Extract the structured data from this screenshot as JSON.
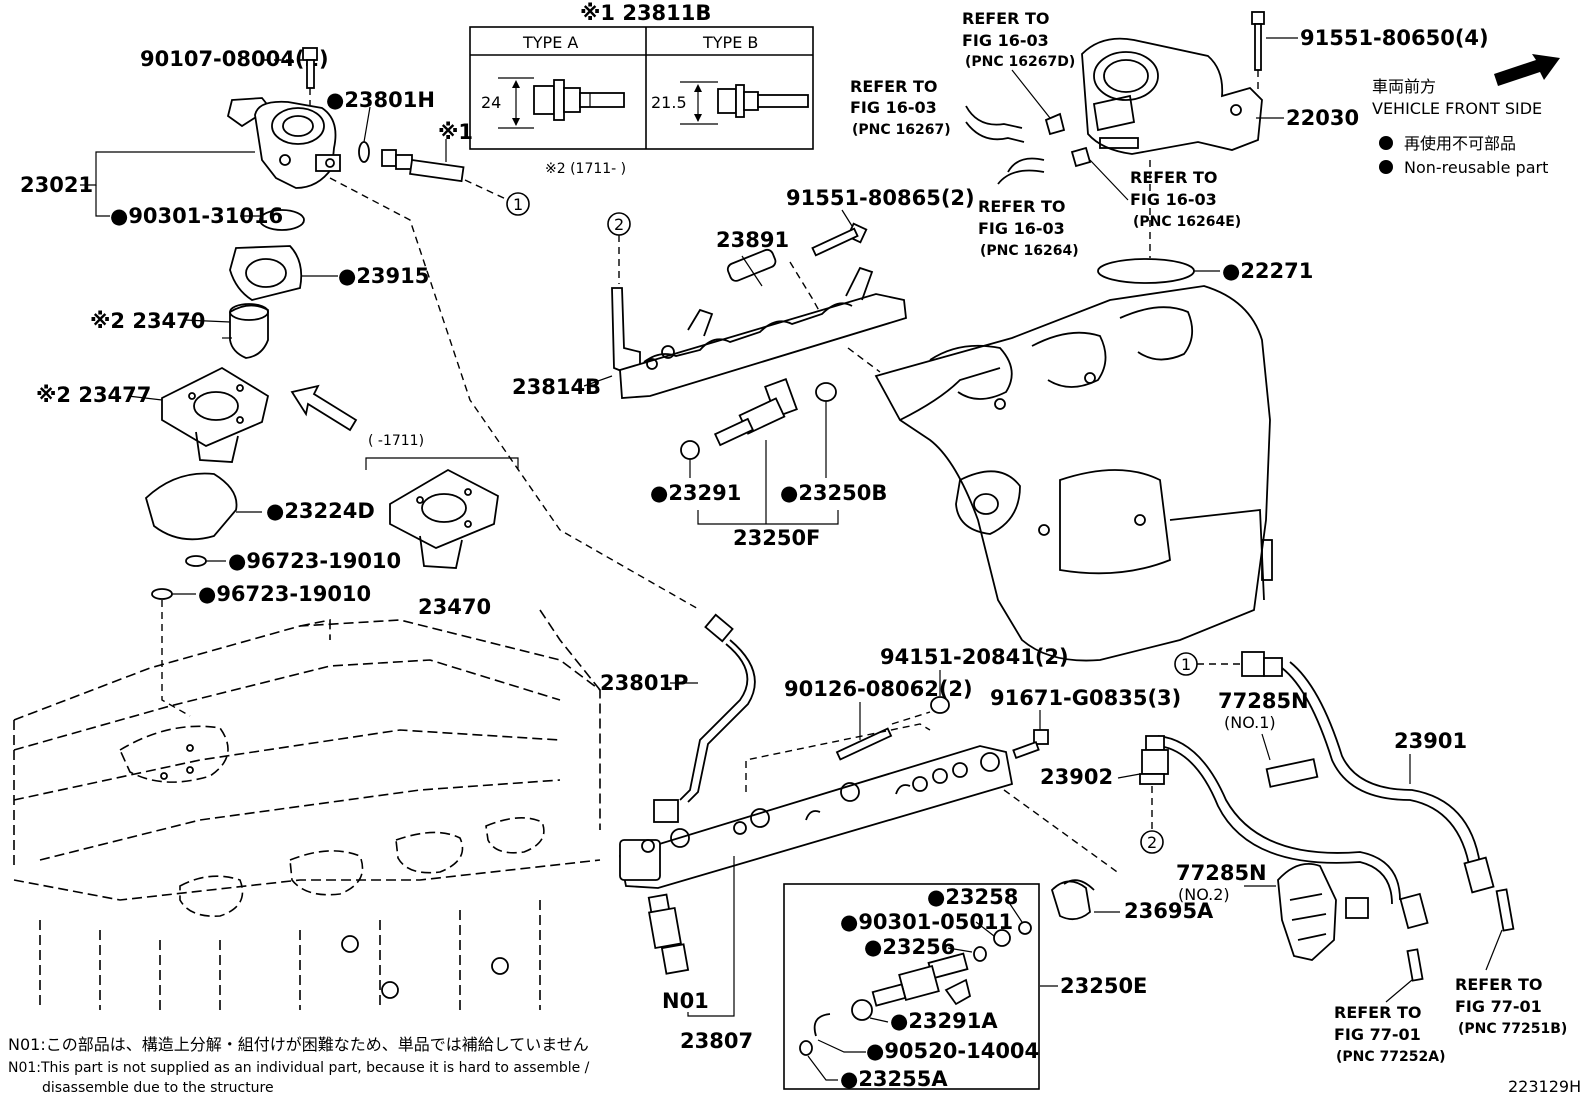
{
  "diagram": {
    "labels": {
      "p23811b": "※1 23811B",
      "type_a": "TYPE A",
      "type_b": "TYPE B",
      "dim_a": "24",
      "dim_b": "21.5",
      "note_x2_1711": "※2 (1711-     )",
      "p90107": "90107-08004(2)",
      "p23801h": "●23801H",
      "x1": "※1",
      "p23021": "23021",
      "p90301_31016": "●90301-31016",
      "p23915": "●23915",
      "p23470_x2": "※2 23470",
      "p23477_x2": "※2 23477",
      "range_1711": "(    -1711)",
      "p23224d": "●23224D",
      "p96723_a": "●96723-19010",
      "p96723_b": "●96723-19010",
      "p23470": "23470",
      "p23891": "23891",
      "p91551_80865": "91551-80865(2)",
      "p23814b": "23814B",
      "p23291": "●23291",
      "p23250b": "●23250B",
      "p23250f": "23250F",
      "refer_16267d_1": "REFER TO",
      "refer_16267d_2": "FIG 16-03",
      "refer_16267d_3": "(PNC 16267D)",
      "refer_16267_1": "REFER TO",
      "refer_16267_2": "FIG 16-03",
      "refer_16267_3": "(PNC 16267)",
      "refer_16264_1": "REFER TO",
      "refer_16264_2": "FIG 16-03",
      "refer_16264_3": "(PNC 16264)",
      "refer_16264e_1": "REFER TO",
      "refer_16264e_2": "FIG 16-03",
      "refer_16264e_3": "(PNC 16264E)",
      "p91551_80650": "91551-80650(4)",
      "p22030": "22030",
      "p22271": "●22271",
      "legend_front_jp": "車両前方",
      "legend_front_en": "VEHICLE FRONT SIDE",
      "legend_nonreuse_jp": "再使用不可部品",
      "legend_nonreuse_en": "Non-reusable part",
      "p23801p": "23801P",
      "p94151": "94151-20841(2)",
      "p90126": "90126-08062(2)",
      "p91671": "91671-G0835(3)",
      "p77285n_1": "77285N",
      "no1": "(NO.1)",
      "p23901": "23901",
      "p23902": "23902",
      "p77285n_2": "77285N",
      "no2": "(NO.2)",
      "p23258": "●23258",
      "p90301_05011": "●90301-05011",
      "p23256": "●23256",
      "p23250e": "23250E",
      "p23291a": "●23291A",
      "p90520": "●90520-14004",
      "p23255a": "●23255A",
      "p23695a": "23695A",
      "pn01": "N01",
      "p23807": "23807",
      "refer_77252a_1": "REFER TO",
      "refer_77252a_2": "FIG 77-01",
      "refer_77252a_3": "(PNC 77252A)",
      "refer_77251b_1": "REFER TO",
      "refer_77251b_2": "FIG 77-01",
      "refer_77251b_3": "(PNC 77251B)",
      "note_jp": "N01:この部品は、構造上分解・組付けが困難なため、単品では補給していません",
      "note_en_1": "N01:This part is not supplied as an individual part, because it is hard to assemble /",
      "note_en_2": "disassemble due to the structure",
      "fig_id": "223129H",
      "circle_1": "1",
      "circle_2": "2"
    }
  }
}
